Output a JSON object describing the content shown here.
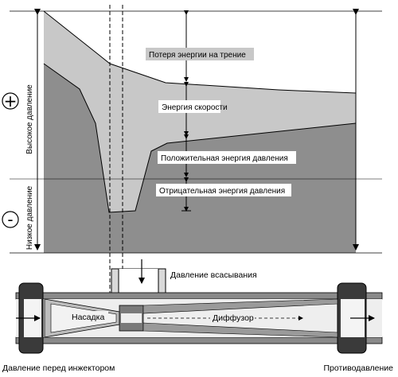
{
  "labels": {
    "friction_loss": "Потеря энергии на трение",
    "velocity_energy": "Энергия скорости",
    "positive_pressure_energy": "Положительная энергия давления",
    "negative_pressure_energy": "Отрицательная энергия давления",
    "suction_pressure": "Давление всасывания",
    "nozzle": "Насадка",
    "diffuser": "Диффузор",
    "inlet_pressure": "Давление перед инжектором",
    "back_pressure": "Противодавление",
    "high_pressure": "Высокое давление",
    "low_pressure": "Низкое давление"
  },
  "symbols": {
    "plus": "+",
    "minus": "-"
  },
  "colors": {
    "light_region": "#c8c8c8",
    "dark_region": "#8e8e8e",
    "line": "#000000",
    "pipe_wall": "#8a8a8a",
    "pipe_light": "#d9d9d9"
  }
}
